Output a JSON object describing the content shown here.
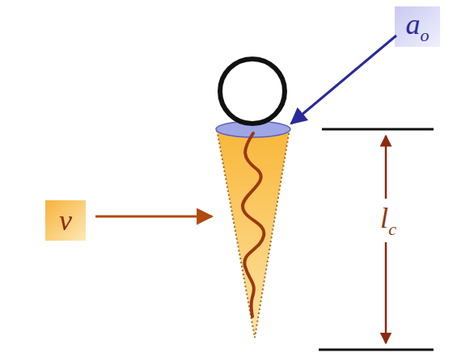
{
  "diagram": {
    "labels": [
      "v",
      "ao",
      "lc"
    ]
  }
}
